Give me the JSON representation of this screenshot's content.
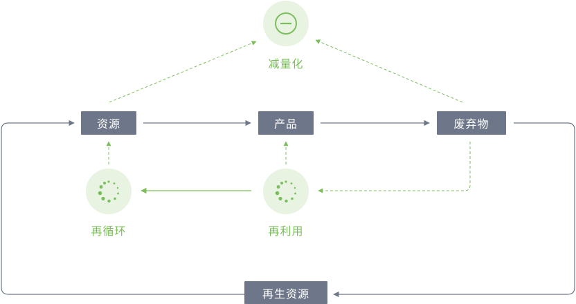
{
  "nodes": {
    "resource": "资源",
    "product": "产品",
    "waste": "废弃物",
    "regenerated": "再生资源"
  },
  "principles": {
    "reduce": "减量化",
    "reuse": "再利用",
    "recycle": "再循环"
  },
  "colors": {
    "box": "#6e7789",
    "arrow_gray": "#6e7789",
    "green": "#7cbd5d",
    "circle_bg": "#e8f3e2"
  },
  "icons": {
    "reduce": "minus-circle-icon",
    "reuse": "dotted-circle-icon",
    "recycle": "dotted-circle-icon"
  }
}
